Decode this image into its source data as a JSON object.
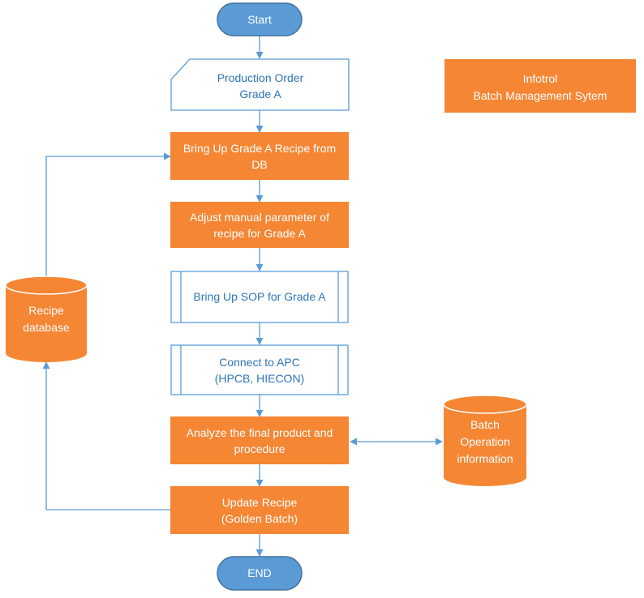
{
  "diagram": {
    "nodes": {
      "start": {
        "label": "Start"
      },
      "production_order": {
        "lines": [
          "Production Order",
          "Grade A"
        ]
      },
      "bring_up_recipe": {
        "lines": [
          "Bring Up Grade A Recipe from",
          "DB"
        ]
      },
      "adjust_parameter": {
        "lines": [
          "Adjust manual parameter of",
          "recipe for Grade A"
        ]
      },
      "bring_up_sop": {
        "lines": [
          "Bring Up SOP for Grade A"
        ]
      },
      "connect_apc": {
        "lines": [
          "Connect to APC",
          "(HPCB, HIECON)"
        ]
      },
      "analyze": {
        "lines": [
          "Analyze the final product and",
          "procedure"
        ]
      },
      "update_recipe": {
        "lines": [
          "Update Recipe",
          "(Golden Batch)"
        ]
      },
      "end": {
        "label": "END"
      },
      "recipe_db": {
        "lines": [
          "Recipe",
          "database"
        ]
      },
      "batch_info": {
        "lines": [
          "Batch",
          "Operation",
          "information"
        ]
      },
      "infotrol": {
        "lines": [
          "Infotrol",
          "Batch Management Sytem"
        ]
      }
    },
    "colors": {
      "orange": "#f58634",
      "blue_fill": "#5b9bd5",
      "blue_dark": "#41719c",
      "connector": "#5b9bd5",
      "blue_text": "#2e75b6"
    }
  }
}
